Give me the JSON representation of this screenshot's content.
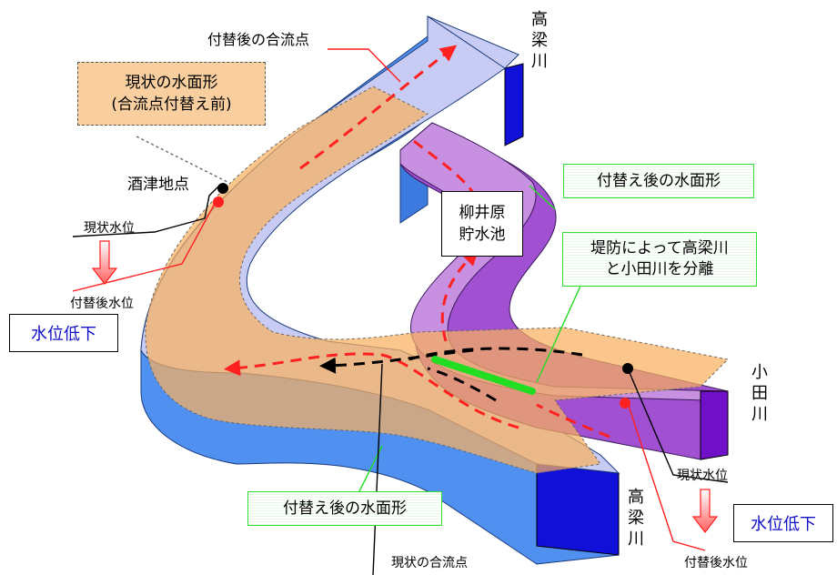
{
  "labels": {
    "takahashi_top": "高梁川",
    "takahashi_bottom": "高梁川",
    "oda": "小田川",
    "new_confluence": "付替後の合流点",
    "current_surface_line1": "現状の水面形",
    "current_surface_line2": "(合流点付替え前)",
    "sakazu": "酒津地点",
    "current_level_left": "現状水位",
    "after_level_left": "付替後水位",
    "drop_left": "水位低下",
    "new_surface_upper": "付替え後の水面形",
    "reservoir_line1": "柳井原",
    "reservoir_line2": "貯水池",
    "levee_line1": "堤防によって高梁川",
    "levee_line2": "と小田川を分離",
    "new_surface_lower": "付替え後の水面形",
    "current_confluence": "現状の合流点",
    "current_level_right": "現状水位",
    "after_level_right": "付替後水位",
    "drop_right": "水位低下"
  },
  "colors": {
    "river_blue": "#4f90f0",
    "river_top": "#c8ccf4",
    "oda_purple": "#9040c0",
    "surface_orange": "#f8b060",
    "flow_red": "#ff2020",
    "flow_black": "#000000",
    "levee_green": "#22dd22",
    "drop_text_blue": "#1010c8"
  }
}
